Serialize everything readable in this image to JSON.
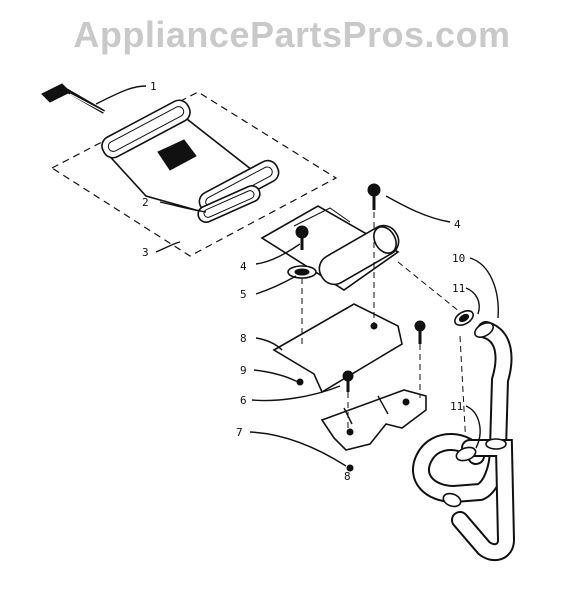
{
  "watermark": "AppliancePartsPros.com",
  "callouts": [
    {
      "number": "1"
    },
    {
      "number": "2"
    },
    {
      "number": "3"
    },
    {
      "number": "4"
    },
    {
      "number": "4"
    },
    {
      "number": "5"
    },
    {
      "number": "10"
    },
    {
      "number": "11"
    },
    {
      "number": "8"
    },
    {
      "number": "9"
    },
    {
      "number": "6"
    },
    {
      "number": "11"
    },
    {
      "number": "7"
    },
    {
      "number": "8"
    }
  ]
}
